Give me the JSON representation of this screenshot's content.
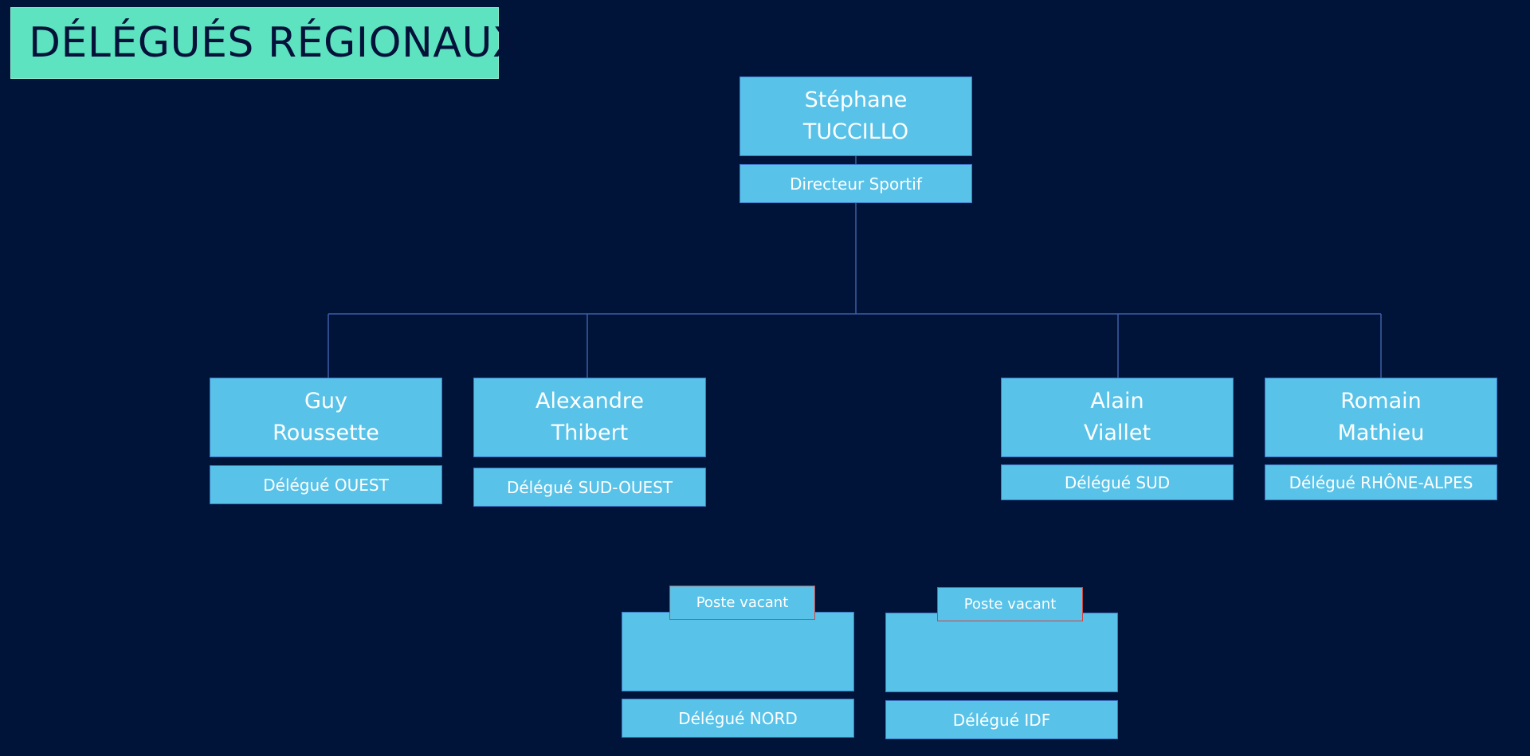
{
  "title": "DÉLÉGUÉS RÉGIONAUX",
  "director": {
    "first_name": "Stéphane",
    "last_name": "TUCCILLO",
    "role": "Directeur Sportif"
  },
  "delegates": [
    {
      "first_name": "Guy",
      "last_name": "Roussette",
      "role": "Délégué OUEST"
    },
    {
      "first_name": "Alexandre",
      "last_name": "Thibert",
      "role": "Délégué SUD-OUEST"
    },
    {
      "first_name": "Alain",
      "last_name": "Viallet",
      "role": "Délégué SUD"
    },
    {
      "first_name": "Romain",
      "last_name": "Mathieu",
      "role": "Délégué RHÔNE-ALPES"
    }
  ],
  "vacant_positions": [
    {
      "tag": "Poste vacant",
      "role": "Délégué NORD"
    },
    {
      "tag": "Poste vacant",
      "role": "Délégué IDF"
    }
  ],
  "colors": {
    "background": "#001339",
    "title_banner": "#5ee3c0",
    "box_fill": "#58c2e8",
    "box_border": "#3f78c9",
    "vacant_border": "#d24343",
    "connector": "#3e5fa8"
  }
}
